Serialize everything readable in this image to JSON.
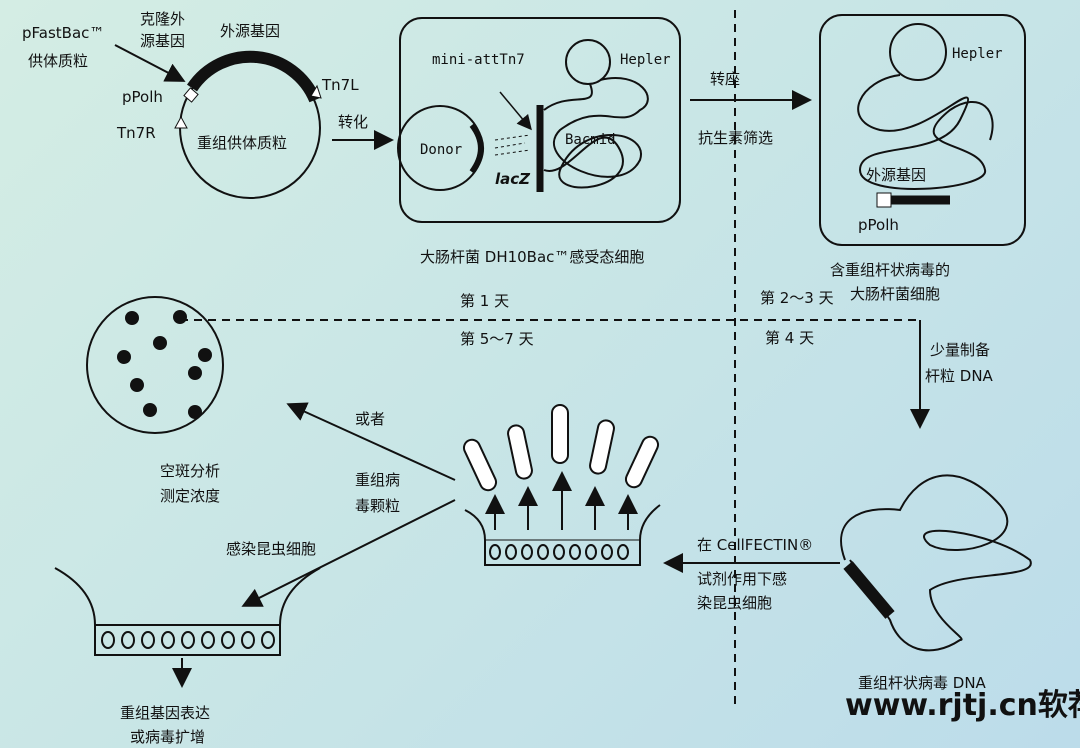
{
  "labels": {
    "pfastbac": "pFastBac™",
    "donor_plasmid": "供体质粒",
    "clone_gene_1": "克隆外",
    "clone_gene_2": "源基因",
    "foreign_gene": "外源基因",
    "tn7l": "Tn7L",
    "ppolh": "pPolh",
    "tn7r": "Tn7R",
    "recomb_donor": "重组供体质粒",
    "transform": "转化",
    "mini_att": "mini-attTn7",
    "hepler": "Hepler",
    "donor": "Donor",
    "bacmid": "Bacmid",
    "lacz": "lacZ",
    "dh10bac": "大肠杆菌 DH10Bac™感受态细胞",
    "transpose": "转座",
    "antibiotic": "抗生素筛选",
    "hepler2": "Hepler",
    "foreign_gene2": "外源基因",
    "ppolh2": "pPolh",
    "ecoli_1": "含重组杆状病毒的",
    "ecoli_2": "大肠杆菌细胞",
    "day1": "第 1 天",
    "day23": "第 2～3 天",
    "day57": "第 5～7 天",
    "day4": "第 4 天",
    "prep_1": "少量制备",
    "prep_2": "杆粒 DNA",
    "plaque_1": "空斑分析",
    "plaque_2": "测定浓度",
    "or": "或者",
    "virus_1": "重组病",
    "virus_2": "毒颗粒",
    "infect": "感染昆虫细胞",
    "express_1": "重组基因表达",
    "express_2": "或病毒扩增",
    "cellfectin_1": "在 CellFECTIN®",
    "cellfectin_2": "试剂作用下感",
    "cellfectin_3": "染昆虫细胞",
    "dna": "重组杆状病毒 DNA",
    "watermark": "www.rjtj.cn软荐网"
  }
}
